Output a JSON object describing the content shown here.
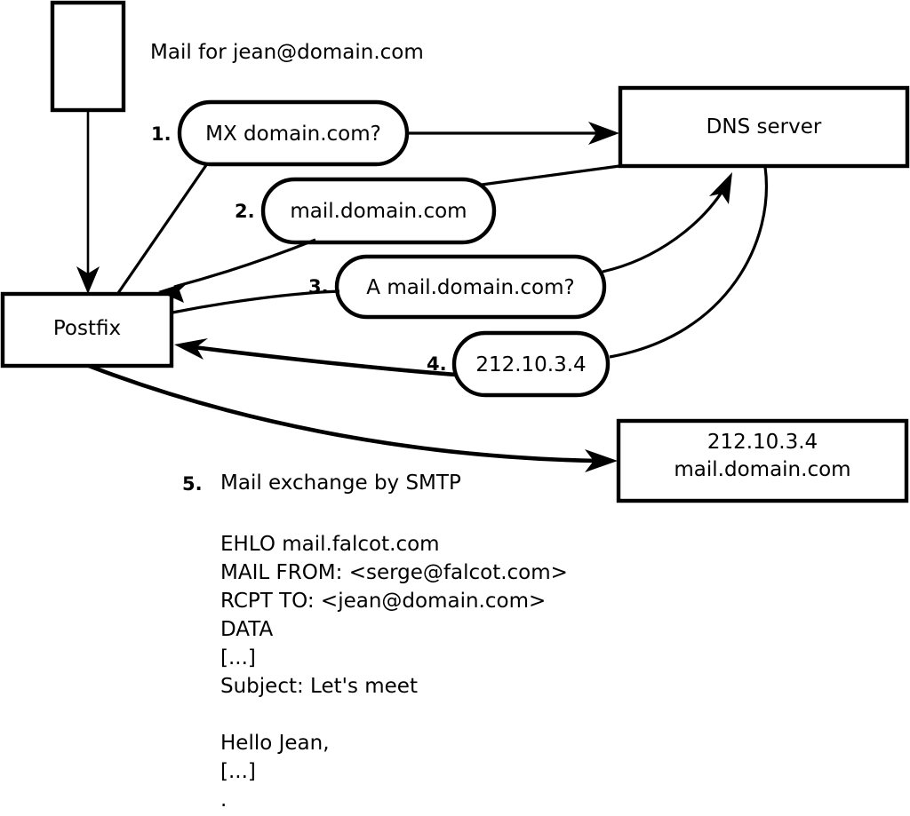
{
  "diagram": {
    "title_note": "Mail for jean@domain.com",
    "nodes": [
      {
        "id": "sender",
        "label": ""
      },
      {
        "id": "postfix",
        "label": "Postfix"
      },
      {
        "id": "dns",
        "label": "DNS server"
      },
      {
        "id": "mailserver",
        "line1": "212.10.3.4",
        "line2": "mail.domain.com"
      }
    ],
    "steps": [
      {
        "num": "1.",
        "text": "MX domain.com?"
      },
      {
        "num": "2.",
        "text": "mail.domain.com"
      },
      {
        "num": "3.",
        "text": "A mail.domain.com?"
      },
      {
        "num": "4.",
        "text": "212.10.3.4"
      },
      {
        "num": "5.",
        "text": "Mail exchange by SMTP"
      }
    ],
    "smtp_transcript": [
      "EHLO mail.falcot.com",
      "MAIL FROM: <serge@falcot.com>",
      "RCPT TO: <jean@domain.com>",
      "DATA",
      "[...]",
      "Subject: Let's meet",
      "",
      "Hello Jean,",
      "[...]",
      "."
    ],
    "colors": {
      "stroke": "#000000",
      "fill": "#ffffff",
      "background": "#ffffff"
    }
  }
}
